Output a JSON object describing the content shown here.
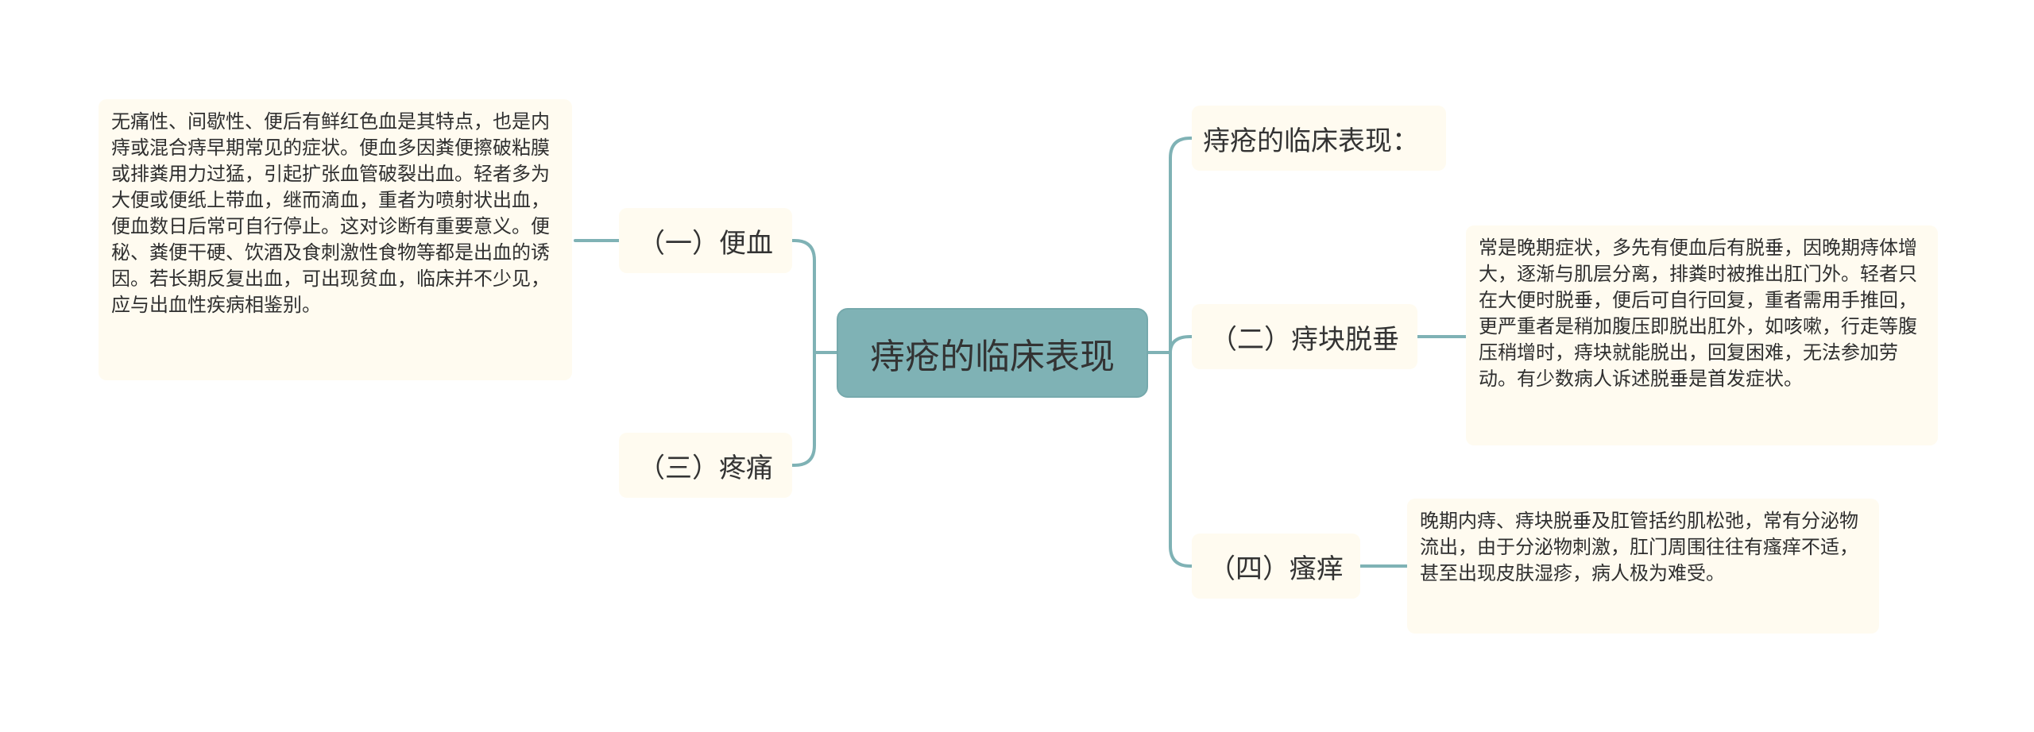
{
  "root": {
    "label": "痔疮的临床表现"
  },
  "intro": {
    "label": "痔疮的临床表现："
  },
  "branches": {
    "bleeding": {
      "label": "（一）便血",
      "detail": "无痛性、间歇性、便后有鲜红色血是其特点，也是内痔或混合痔早期常见的症状。便血多因粪便擦破粘膜或排粪用力过猛，引起扩张血管破裂出血。轻者多为大便或便纸上带血，继而滴血，重者为喷射状出血，便血数日后常可自行停止。这对诊断有重要意义。便秘、粪便干硬、饮酒及食刺激性食物等都是出血的诱因。若长期反复出血，可出现贫血，临床并不少见，应与出血性疾病相鉴别。"
    },
    "prolapse": {
      "label": "（二）痔块脱垂",
      "detail": "常是晚期症状，多先有便血后有脱垂，因晚期痔体增大，逐渐与肌层分离，排粪时被推出肛门外。轻者只在大便时脱垂，便后可自行回复，重者需用手推回，更严重者是稍加腹压即脱出肛外，如咳嗽，行走等腹压稍增时，痔块就能脱出，回复困难，无法参加劳动。有少数病人诉述脱垂是首发症状。"
    },
    "pain": {
      "label": "（三）疼痛"
    },
    "itch": {
      "label": "（四）瘙痒",
      "detail": "晚期内痔、痔块脱垂及肛管括约肌松弛，常有分泌物流出，由于分泌物刺激，肛门周围往往有瘙痒不适，甚至出现皮肤湿疹，病人极为难受。"
    }
  },
  "colors": {
    "root_fill": "#7fb2b5",
    "node_fill": "#fffbf0",
    "connector": "#7fb2b5"
  }
}
